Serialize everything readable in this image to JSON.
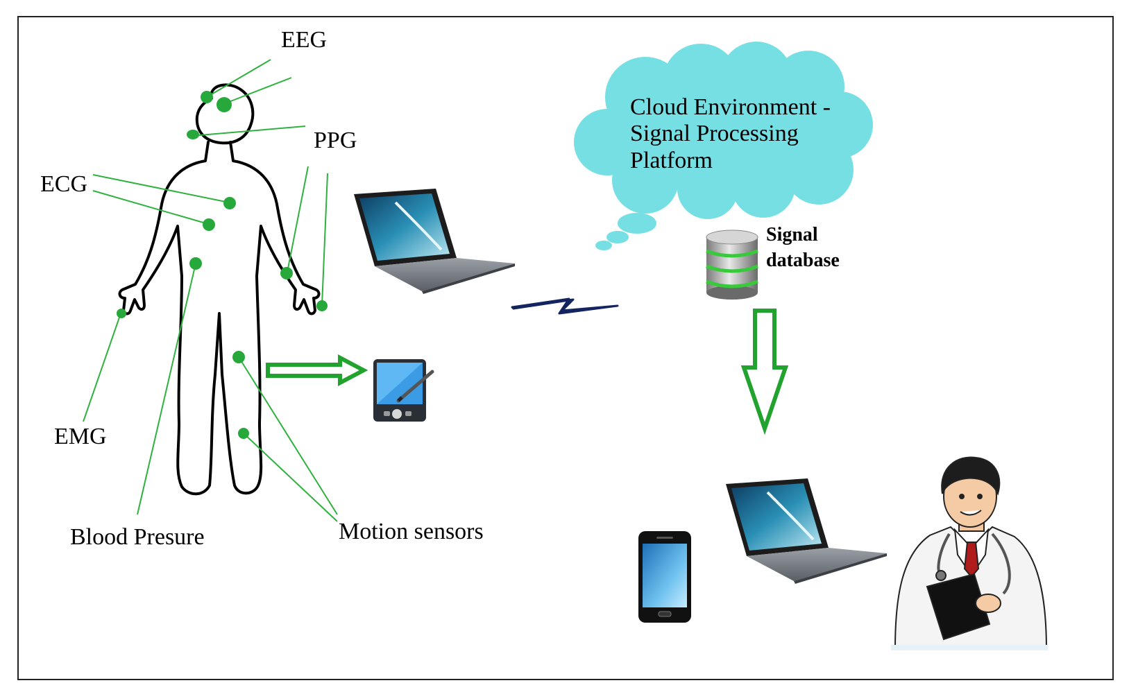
{
  "labels": {
    "eeg": "EEG",
    "ppg": "PPG",
    "ecg": "ECG",
    "emg": "EMG",
    "blood_pressure": "Blood Presure",
    "motion_sensors": "Motion sensors"
  },
  "cloud": {
    "line1": "Cloud Environment -",
    "line2": "Signal Processing",
    "line3": "Platform"
  },
  "database": {
    "line1": "Signal",
    "line2": "database"
  },
  "colors": {
    "sensor_green": "#27a83a",
    "arrow_green": "#22a32f",
    "cloud_fill": "#76dfe3",
    "wireless_navy": "#13245e"
  },
  "icons": [
    "human-body-outline",
    "laptop-icon",
    "tablet-pda-icon",
    "lightning-wireless-icon",
    "cloud-icon",
    "database-icon",
    "smartphone-icon",
    "doctor-illustration"
  ]
}
